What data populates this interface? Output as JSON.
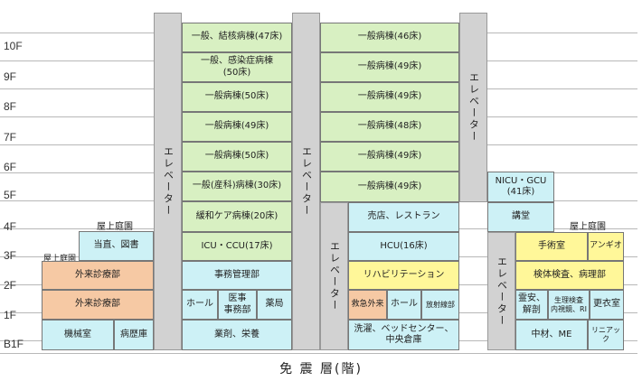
{
  "floors": [
    "10F",
    "9F",
    "8F",
    "7F",
    "6F",
    "5F",
    "4F",
    "3F",
    "2F",
    "1F",
    "B1F"
  ],
  "base_label": "免 震 層(階)",
  "elevator_label": "エレベーター",
  "roof_gardens": [
    "屋上庭園",
    "屋上庭園",
    "屋上庭園"
  ],
  "tower_a": [
    "一般、結核病棟(47床)",
    "一般、感染症病棟\n(50床)",
    "一般病棟(50床)",
    "一般病棟(49床)",
    "一般病棟(50床)",
    "一般(産科)病棟(30床)",
    "緩和ケア病棟(20床)",
    "ICU・CCU(17床)",
    "事務管理部"
  ],
  "tower_a_1f": [
    "ホール",
    "医事\n事務部",
    "薬局"
  ],
  "tower_a_b1": "業剤、栄養",
  "tower_b": [
    "一般病棟(46床)",
    "一般病棟(49床)",
    "一般病棟(49床)",
    "一般病棟(48床)",
    "一般病棟(49床)",
    "一般病棟(49床)",
    "売店、レストラン",
    "HCU(16床)",
    "リハビリテーション"
  ],
  "tower_b_1f": [
    "救急外来",
    "ホール",
    "放射線部"
  ],
  "tower_b_b1": "洗濯、ベッドセンター、\n中央倉庫",
  "left_wing": {
    "f3": "当直、図書",
    "f2": "外来診療部",
    "f1": "外来診療部",
    "b1": [
      "機械室",
      "病歴庫"
    ]
  },
  "right_wing": {
    "f5": "NICU・GCU\n(41床)",
    "f4": "講堂",
    "f3": [
      "手術室",
      "アンギオ"
    ],
    "f2": "検体検査、病理部",
    "f1": [
      "霊安、\n解剖",
      "生理検査\n内視鏡、RI",
      "更衣室"
    ],
    "b1": [
      "中材、ME",
      "リニアック"
    ]
  }
}
